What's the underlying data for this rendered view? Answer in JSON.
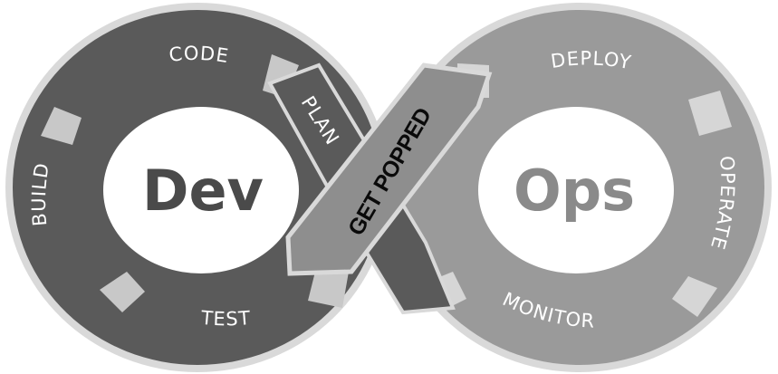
{
  "diagram": {
    "dev_word": "Dev",
    "ops_word": "Ops",
    "banner": "GET POPPED",
    "stages": {
      "plan": "PLAN",
      "code": "CODE",
      "build": "BUILD",
      "test": "TEST",
      "deploy": "DEPLOY",
      "operate": "OPERATE",
      "monitor": "MONITOR"
    },
    "colors": {
      "dev_segment": "#5a5a5a",
      "ops_segment": "#9a9a9a",
      "banner_fill": "#8e8e8e",
      "outline": "#d9d9d9",
      "dev_word": "#4a4a4a",
      "ops_word": "#8a8a8a"
    }
  }
}
